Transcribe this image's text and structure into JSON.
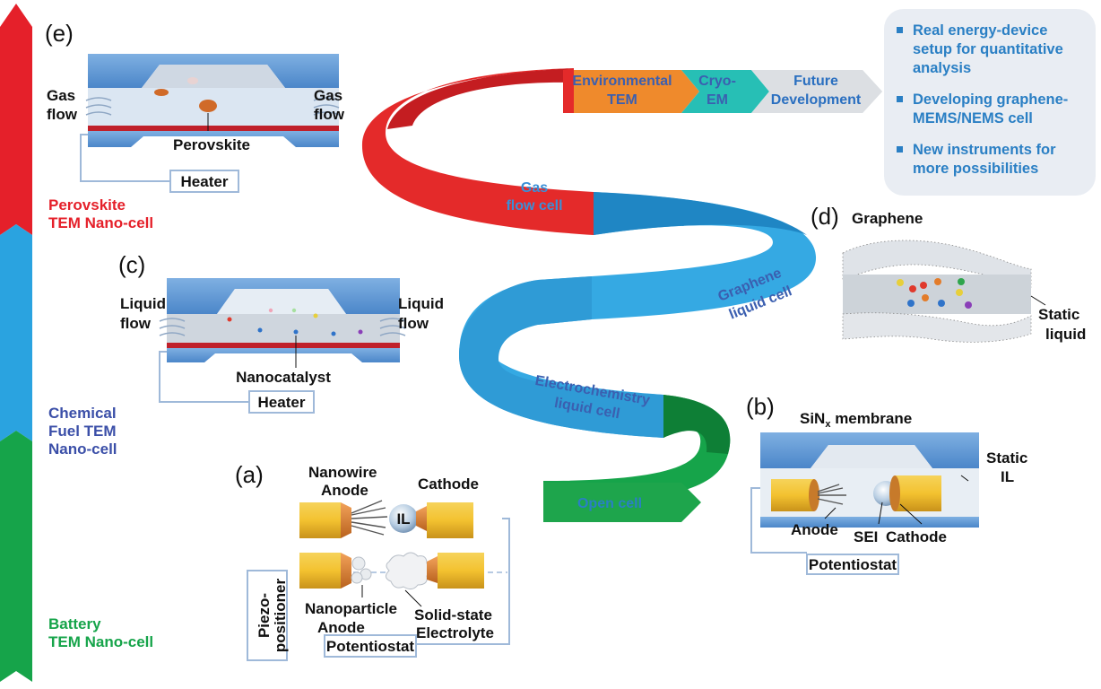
{
  "side_bar": {
    "perovskite": [
      "Perovskite",
      "TEM Nano-cell"
    ],
    "chemical": [
      "Chemical",
      "Fuel TEM",
      "Nano-cell"
    ],
    "battery": [
      "Battery",
      "TEM Nano-cell"
    ],
    "colors": {
      "red": "#e5202a",
      "blue": "#2aa3e0",
      "green": "#16a44a"
    }
  },
  "ribbon": {
    "segments": [
      "Open cell",
      "Electrochemistry liquid cell",
      "Graphene liquid cell",
      "Gas flow cell"
    ],
    "top": [
      "Environmental TEM",
      "Cryo-EM",
      "Future Development"
    ],
    "colors": {
      "green": "#1ea54c",
      "blue": "#35a9e3",
      "red": "#e42a2a",
      "orange": "#ef8a2c",
      "teal": "#27bfb5",
      "grey": "#dcdfe3"
    }
  },
  "future_box": {
    "items": [
      "Real energy-device setup for quantitative analysis",
      "Developing graphene-MEMS/NEMS cell",
      "New instruments for more possibilities"
    ]
  },
  "panel_e": {
    "letter": "(e)",
    "gas_flow_left": [
      "Gas",
      "flow"
    ],
    "gas_flow_right": [
      "Gas",
      "flow"
    ],
    "sample": "Perovskite",
    "heater": "Heater"
  },
  "panel_c": {
    "letter": "(c)",
    "liquid_flow_left": [
      "Liquid",
      "flow"
    ],
    "liquid_flow_right": [
      "Liquid",
      "flow"
    ],
    "sample": "Nanocatalyst",
    "heater": "Heater"
  },
  "panel_d": {
    "letter": "(d)",
    "graphene": "Graphene",
    "static_liquid": [
      "Static",
      "liquid"
    ]
  },
  "panel_b": {
    "letter": "(b)",
    "membrane": "SiN",
    "membrane_sub": "x",
    "membrane_rest": " membrane",
    "static_il": [
      "Static",
      "IL"
    ],
    "anode": "Anode",
    "sei": "SEI",
    "cathode": "Cathode",
    "potentiostat": "Potentiostat"
  },
  "panel_a": {
    "letter": "(a)",
    "nanowire_anode": [
      "Nanowire",
      "Anode"
    ],
    "cathode": "Cathode",
    "il": "IL",
    "nanoparticle_anode": [
      "Nanoparticle",
      "Anode"
    ],
    "solid_state": [
      "Solid-state",
      "Electrolyte"
    ],
    "piezo": [
      "Piezo-",
      "positioner"
    ],
    "potentiostat": "Potentiostat"
  }
}
